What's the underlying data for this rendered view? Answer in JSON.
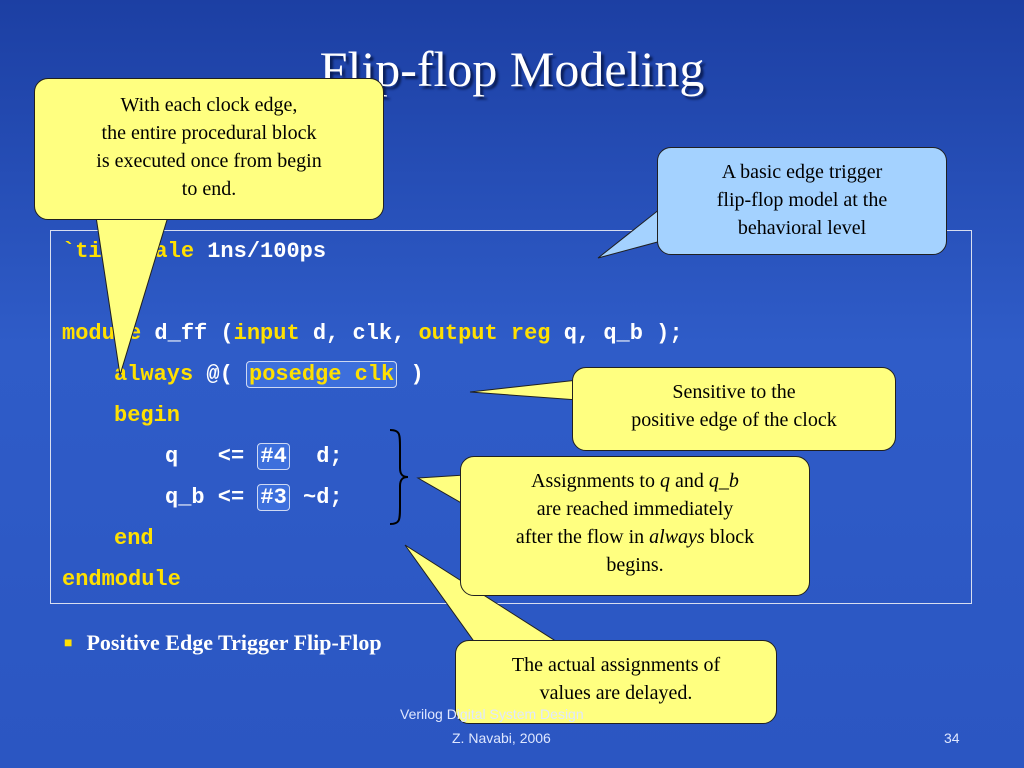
{
  "slide": {
    "title": "Flip-flop Modeling",
    "bullet": "Positive Edge Trigger Flip-Flop"
  },
  "code": {
    "l1_kw": "`timescale",
    "l1_rest": " 1ns/100ps",
    "l2_kw1": "module",
    "l2_t1": " d_ff (",
    "l2_kw2": "input",
    "l2_t2": " d, clk, ",
    "l2_kw3": "output reg",
    "l2_t3": " q, q_b );",
    "l3_kw": "always",
    "l3_t1": " @( ",
    "l3_hl": "posedge clk",
    "l3_t2": " )",
    "l4_kw": "begin",
    "l5_t1": "q   <= ",
    "l5_hl": "#4",
    "l5_t2": "  d;",
    "l6_t1": "q_b <= ",
    "l6_hl": "#3",
    "l6_t2": " ~d;",
    "l7_kw": "end",
    "l8_kw": "endmodule"
  },
  "callouts": {
    "clock_edge": [
      "With each clock edge,",
      "the entire procedural block",
      "is executed once from begin",
      "to end."
    ],
    "basic_ff": [
      "A basic edge trigger",
      "flip-flop model at the",
      "behavioral level"
    ],
    "sensitive": [
      "Sensitive to the",
      "positive edge of the clock"
    ],
    "assign_1a": "Assignments to ",
    "assign_q": "q",
    "assign_1b": " and ",
    "assign_qb": "q_b",
    "assign_2": "are reached immediately",
    "assign_3a": "after the flow in ",
    "assign_always": "always",
    "assign_3b": " block",
    "assign_4": "begins.",
    "delayed": [
      "The actual assignments of",
      "values are delayed."
    ]
  },
  "footer": {
    "left1": "Verilog Digital System Design",
    "left2": "Z. Navabi, 2006",
    "page": "34"
  },
  "colors": {
    "background": "#2b56c2",
    "keyword": "#ffe000",
    "callout_yellow": "#ffff80",
    "callout_blue": "#a4d2ff"
  }
}
